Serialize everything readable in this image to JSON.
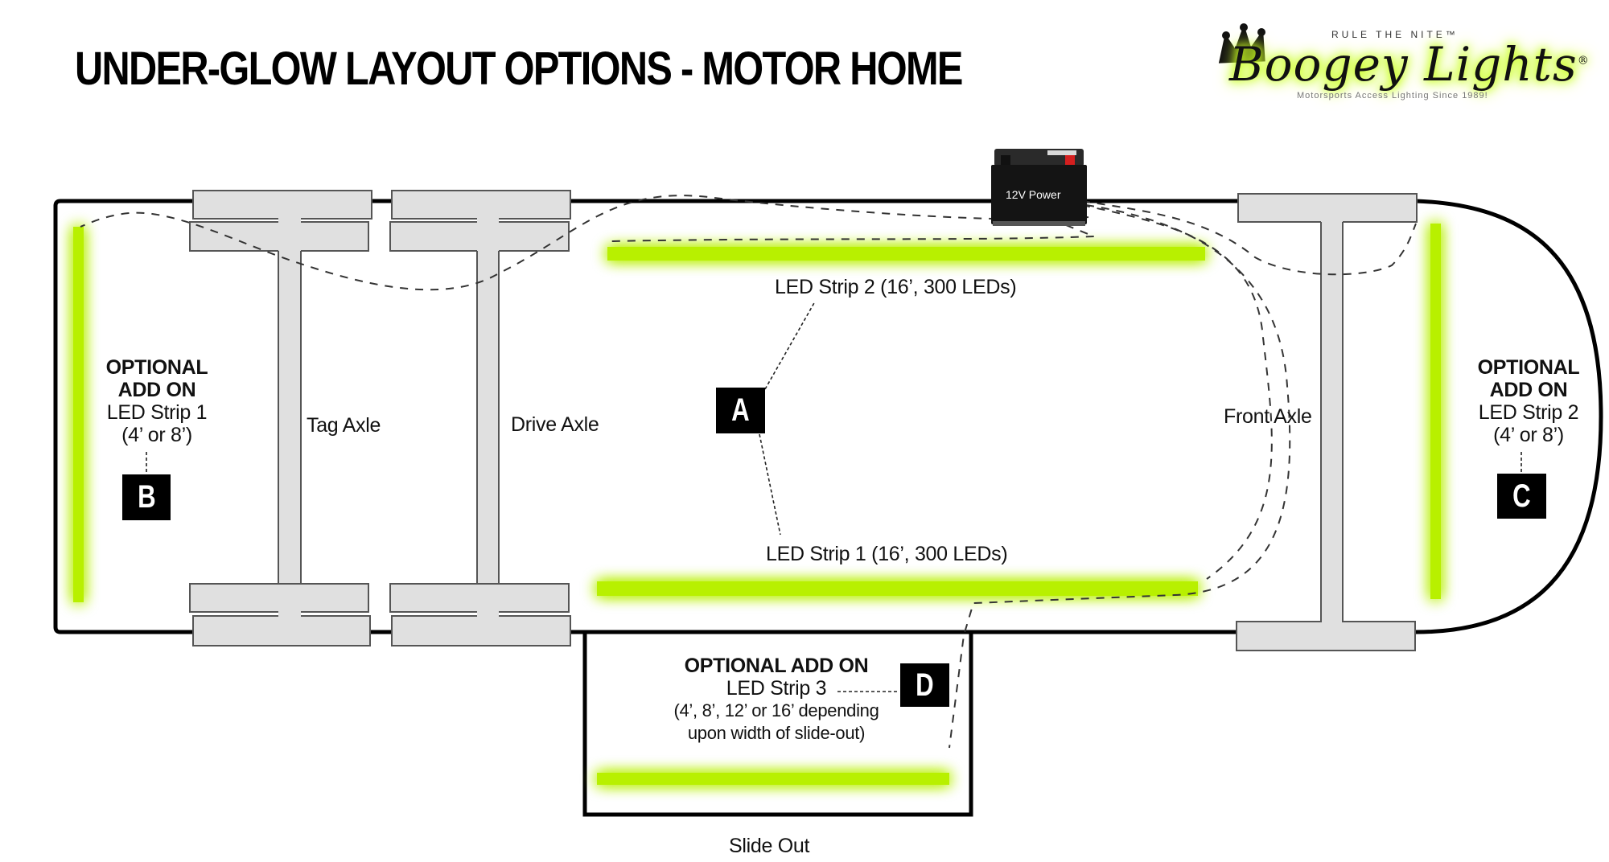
{
  "title": "UNDER-GLOW LAYOUT OPTIONS - MOTOR HOME",
  "logo": {
    "tagline": "RULE THE NITE™",
    "brand": "Boogey Lights",
    "registered": "®",
    "subtitle": "Motorsports Access Lighting Since 1989!",
    "icon": "crown-icon"
  },
  "colors": {
    "led_glow": "#b8f000",
    "axle_fill": "#e0e0e0",
    "outline": "#000000",
    "badge": "#000000"
  },
  "battery": {
    "label": "12V Power",
    "icon": "battery-icon"
  },
  "axles": {
    "tag": "Tag Axle",
    "drive": "Drive Axle",
    "front": "Front Axle"
  },
  "strips": {
    "strip2": "LED Strip 2  (16’, 300 LEDs)",
    "strip1": "LED Strip 1 (16’, 300 LEDs)"
  },
  "badges": {
    "a": "A",
    "b": "B",
    "c": "C",
    "d": "D"
  },
  "optional_left": {
    "line1": "OPTIONAL",
    "line2": "ADD ON",
    "line3": "LED Strip 1",
    "line4": "(4’ or 8’)"
  },
  "optional_right": {
    "line1": "OPTIONAL",
    "line2": "ADD ON",
    "line3": "LED Strip 2",
    "line4": "(4’ or 8’)"
  },
  "optional_slide": {
    "line1": "OPTIONAL ADD ON",
    "line2": "LED Strip 3",
    "line3": "(4’, 8’, 12’ or 16’ depending",
    "line4": "upon width of slide-out)"
  },
  "slide_out_label": "Slide Out"
}
